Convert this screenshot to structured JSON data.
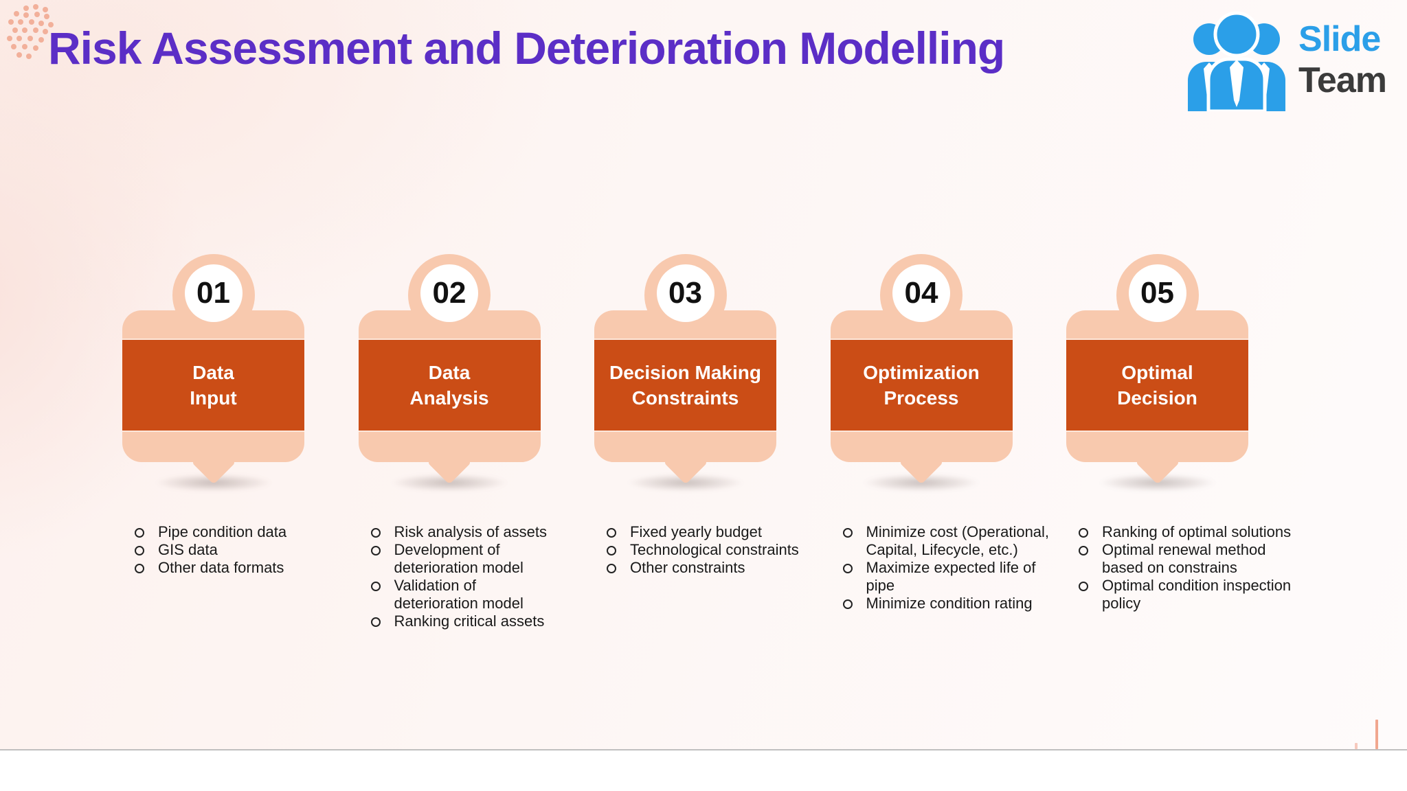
{
  "header": {
    "title": "Risk Assessment and Deterioration Modelling"
  },
  "logo": {
    "line1": "Slide",
    "line2": "Team"
  },
  "steps": [
    {
      "number": "01",
      "label_lines": [
        "Data",
        "Input"
      ],
      "bullets": [
        "Pipe condition data",
        "GIS data",
        "Other data formats"
      ]
    },
    {
      "number": "02",
      "label_lines": [
        "Data",
        "Analysis"
      ],
      "bullets": [
        "Risk analysis of assets",
        "Development of\ndeterioration model",
        "Validation of\ndeterioration model",
        "Ranking critical assets"
      ]
    },
    {
      "number": "03",
      "label_lines": [
        "Decision Making",
        "Constraints"
      ],
      "bullets": [
        "Fixed yearly budget",
        "Technological constraints",
        "Other constraints"
      ]
    },
    {
      "number": "04",
      "label_lines": [
        "Optimization",
        "Process"
      ],
      "bullets": [
        "Minimize cost (Operational,\nCapital, Lifecycle, etc.)",
        "Maximize expected life of\npipe",
        "Minimize condition rating"
      ]
    },
    {
      "number": "05",
      "label_lines": [
        "Optimal",
        "Decision"
      ],
      "bullets": [
        "Ranking of optimal solutions",
        "Optimal renewal method\nbased on constrains",
        "Optimal condition inspection\npolicy"
      ]
    }
  ],
  "colors": {
    "title_purple": "#5b2ec6",
    "band_orange": "#cb4d16",
    "card_peach": "#f8c9ae",
    "bullet_text": "#191919",
    "number_black": "#111111",
    "divider_gray": "#bfbfbf",
    "tick_salmon": "#f1a78f",
    "logo_blue": "#2b9fe8",
    "logo_dark": "#3b3b3b"
  }
}
